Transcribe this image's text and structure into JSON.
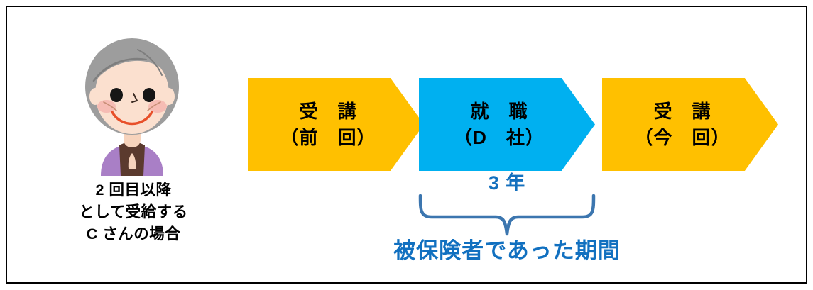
{
  "frame": {
    "border_color": "#000000",
    "background": "#ffffff"
  },
  "illustration": {
    "name": "elderly-woman-smiling",
    "hair_color": "#A0A0A0",
    "skin_color": "#FBE0CF",
    "vest_color": "#5B3A2E",
    "top_color": "#A97FC6"
  },
  "person_caption": {
    "line1": "2 回目以降",
    "line2": "として受給する",
    "line3": "C さんの場合",
    "color": "#000000"
  },
  "chevrons": [
    {
      "id": "chevron-1",
      "line1": "受　講",
      "line2": "（前　回）",
      "color": "#FFC000",
      "text_color": "#000000"
    },
    {
      "id": "chevron-2",
      "line1": "就　職",
      "line2": "（D　社）",
      "color": "#00B0F0",
      "text_color": "#000000"
    },
    {
      "id": "chevron-3",
      "line1": "受　講",
      "line2": "（今　回）",
      "color": "#FFC000",
      "text_color": "#000000"
    }
  ],
  "duration": {
    "label": "3 年",
    "color": "#1470BE"
  },
  "brace": {
    "color": "#3C76AF"
  },
  "insured_period": {
    "label": "被保険者であった期間",
    "color": "#1170C0"
  }
}
